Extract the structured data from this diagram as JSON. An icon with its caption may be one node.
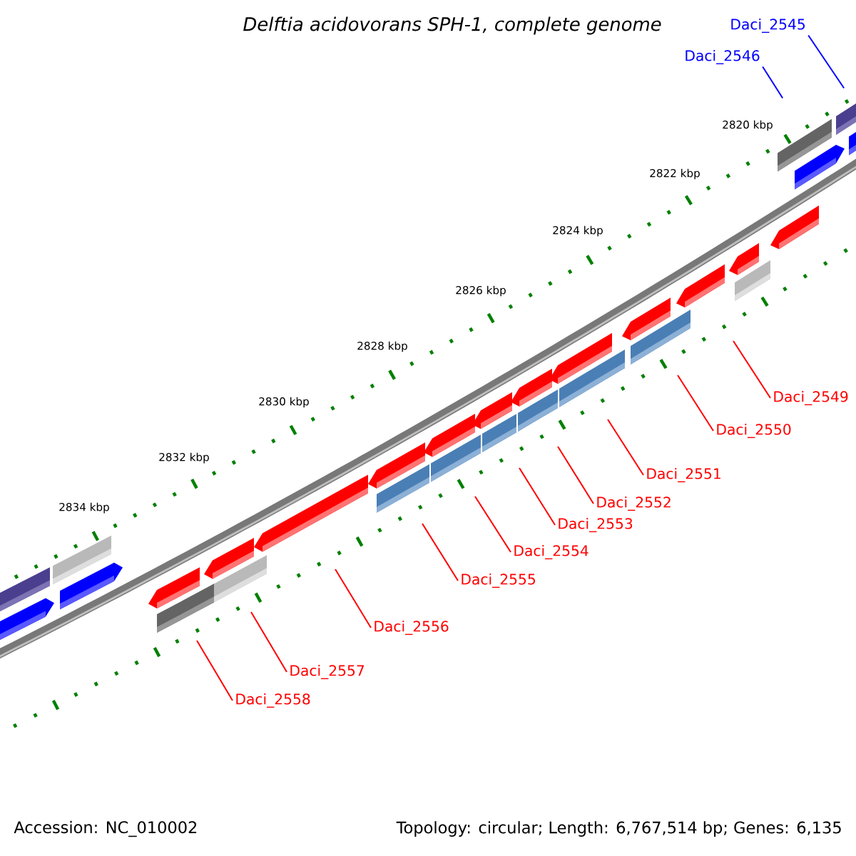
{
  "diagram": {
    "title": "Delftia acidovorans SPH-1, complete genome",
    "nodes": [
      {
        "text": [
          "Daci_2545"
        ]
      },
      {
        "text": [
          "Daci_2546"
        ]
      },
      {
        "text": [
          "Daci_2549"
        ]
      },
      {
        "text": [
          "Daci_2550"
        ]
      },
      {
        "text": [
          "Daci_2551"
        ]
      },
      {
        "text": [
          "Daci_2552"
        ]
      },
      {
        "text": [
          "Daci_2553"
        ]
      },
      {
        "text": [
          "Daci_2554"
        ]
      },
      {
        "text": [
          "Daci_2555"
        ]
      },
      {
        "text": [
          "Daci_2556"
        ]
      },
      {
        "text": [
          "Daci_2557"
        ]
      },
      {
        "text": [
          "Daci_2558"
        ]
      }
    ],
    "edges": [
      {
        "from": 0,
        "to": null,
        "arrow": "none",
        "color": "#0000ff"
      },
      {
        "from": 1,
        "to": null,
        "arrow": "none",
        "color": "#0000ff"
      },
      {
        "from": 2,
        "to": null,
        "arrow": "none"
      },
      {
        "from": 3,
        "to": null,
        "arrow": "none"
      },
      {
        "from": 4,
        "to": null,
        "arrow": "none"
      },
      {
        "from": 5,
        "to": null,
        "arrow": "none"
      },
      {
        "from": 6,
        "to": null,
        "arrow": "none"
      },
      {
        "from": 7,
        "to": null,
        "arrow": "none"
      },
      {
        "from": 8,
        "to": null,
        "arrow": "none"
      },
      {
        "from": 9,
        "to": null,
        "arrow": "none"
      },
      {
        "from": 10,
        "to": null,
        "arrow": "none"
      },
      {
        "from": 11,
        "to": null,
        "arrow": "none"
      }
    ],
    "labels": [
      "2820 kbp",
      "2822 kbp",
      "2824 kbp",
      "2826 kbp",
      "2828 kbp",
      "2830 kbp",
      "2832 kbp",
      "2834 kbp",
      "Accession: NC_010002",
      "Topology: circular; Length: 6,767,514 bp; Genes: 6,135"
    ]
  }
}
